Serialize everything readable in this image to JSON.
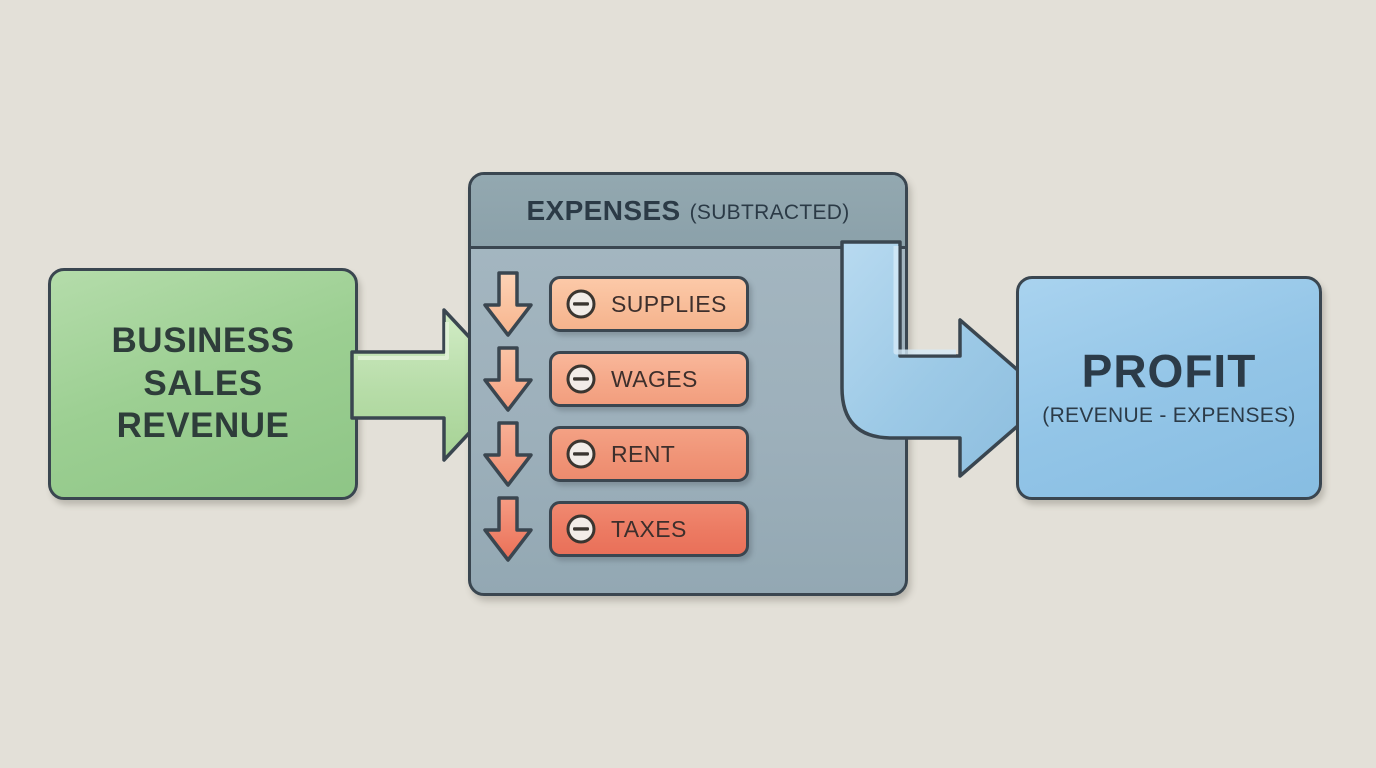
{
  "background_color": "#e3e0d8",
  "revenue": {
    "name": "business-sales-revenue",
    "lines": [
      "BUSINESS",
      "SALES",
      "REVENUE"
    ],
    "fill_color": "#9ccf92",
    "text_color": "#2e3d3a"
  },
  "expenses": {
    "title": "EXPENSES",
    "subtitle": "(SUBTRACTED)",
    "panel_color": "#9db0bb",
    "header_color": "#8ba1aa",
    "items": [
      {
        "label": "SUPPLIES",
        "icon": "minus-circle-icon",
        "color": "#f8bd99"
      },
      {
        "label": "WAGES",
        "icon": "minus-circle-icon",
        "color": "#f5a889"
      },
      {
        "label": "RENT",
        "icon": "minus-circle-icon",
        "color": "#f09477"
      },
      {
        "label": "TAXES",
        "icon": "minus-circle-icon",
        "color": "#ec7a62"
      }
    ]
  },
  "profit": {
    "title": "PROFIT",
    "formula": "(REVENUE - EXPENSES)",
    "fill_color": "#93c5e7",
    "text_color": "#2c3b48"
  },
  "connectors": [
    {
      "name": "revenue-to-expenses-arrow",
      "color": "#b9ddaa",
      "direction": "right"
    },
    {
      "name": "expenses-to-profit-arrow",
      "color": "#9cc9e6",
      "direction": "elbow-down-right"
    }
  ]
}
